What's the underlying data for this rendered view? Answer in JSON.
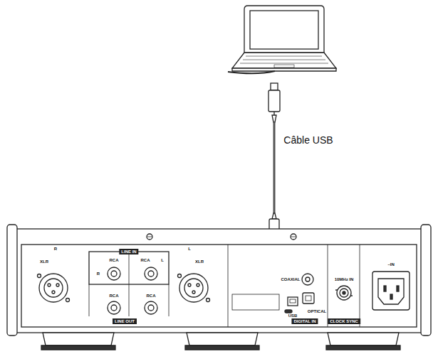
{
  "diagram": {
    "labels": [
      "Câble USB",
      "R",
      "XLR",
      "LINE IN",
      "RCA",
      "R",
      "L",
      "RCA",
      "L",
      "XLR",
      "RCA",
      "RCA",
      "LINE OUT",
      "USB",
      "COAXIAL",
      "10MHz IN",
      "OPTICAL",
      "DIGITAL IN",
      "CLOCK SYNC",
      "~IN"
    ]
  }
}
